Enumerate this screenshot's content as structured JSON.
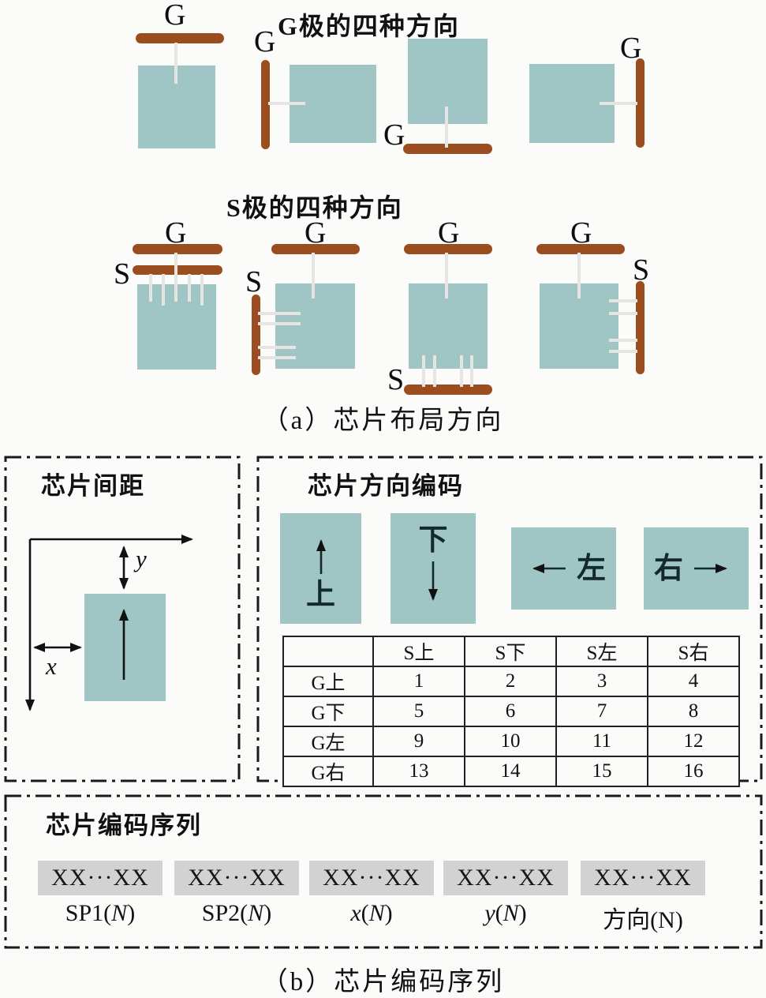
{
  "figure": {
    "panel_a": {
      "g_section_title": "G极的四种方向",
      "s_section_title": "S极的四种方向",
      "caption": "（a）芯片布局方向",
      "g_label": "G",
      "s_label": "S"
    },
    "spacing_box": {
      "title": "芯片间距",
      "x_axis_label": "x",
      "y_axis_label": "y"
    },
    "direction_box": {
      "title": "芯片方向编码",
      "directions": {
        "up": "上",
        "down": "下",
        "left": "左",
        "right": "右"
      },
      "table": {
        "col_headers": [
          "S上",
          "S下",
          "S左",
          "S右"
        ],
        "rows": [
          {
            "header": "G上",
            "values": [
              1,
              2,
              3,
              4
            ]
          },
          {
            "header": "G下",
            "values": [
              5,
              6,
              7,
              8
            ]
          },
          {
            "header": "G左",
            "values": [
              9,
              10,
              11,
              12
            ]
          },
          {
            "header": "G右",
            "values": [
              13,
              14,
              15,
              16
            ]
          }
        ]
      }
    },
    "sequence_box": {
      "title": "芯片编码序列",
      "blocks": [
        {
          "value": "XX···XX",
          "name": "SP1",
          "open": "(",
          "n": "N",
          "close": ")"
        },
        {
          "value": "XX···XX",
          "name": "SP2",
          "open": "(",
          "n": "N",
          "close": ")"
        },
        {
          "value": "XX···XX",
          "name": "x",
          "open": "(",
          "n": "N",
          "close": ")"
        },
        {
          "value": "XX···XX",
          "name": "y",
          "open": "(",
          "n": "N",
          "close": ")"
        },
        {
          "value": "XX···XX",
          "name": "方向",
          "open": "(",
          "n": "N",
          "close": ")"
        }
      ]
    },
    "panel_b_caption": "（b）芯片编码序列",
    "colors": {
      "chip_teal": "#9fc5c4",
      "electrode_brown": "#9a4e20",
      "bond_wire": "#e7e5e1",
      "code_block_gray": "#d2d2d2"
    }
  }
}
